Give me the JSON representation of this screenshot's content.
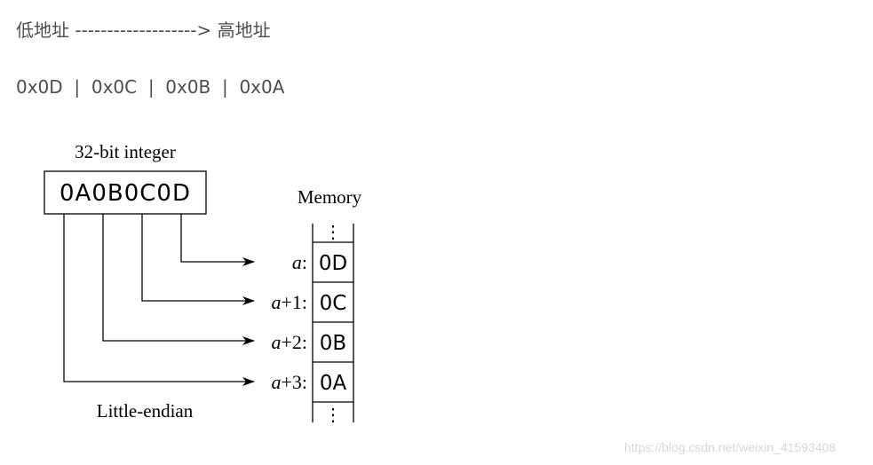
{
  "text_lines": {
    "address_order": "低地址 -------------------> 高地址",
    "byte_sequence": "0x0D  |  0x0C  |  0x0B  |  0x0A"
  },
  "diagram": {
    "title": "32-bit integer",
    "integer_value": "0A0B0C0D",
    "memory_label": "Memory",
    "ellipsis": "⋮",
    "rows": [
      {
        "base": "a",
        "offset": ":",
        "byte": "0D"
      },
      {
        "base": "a",
        "offset": "+1:",
        "byte": "0C"
      },
      {
        "base": "a",
        "offset": "+2:",
        "byte": "0B"
      },
      {
        "base": "a",
        "offset": "+3:",
        "byte": "0A"
      }
    ],
    "caption": "Little-endian"
  },
  "watermark": "https://blog.csdn.net/weixin_41593408"
}
